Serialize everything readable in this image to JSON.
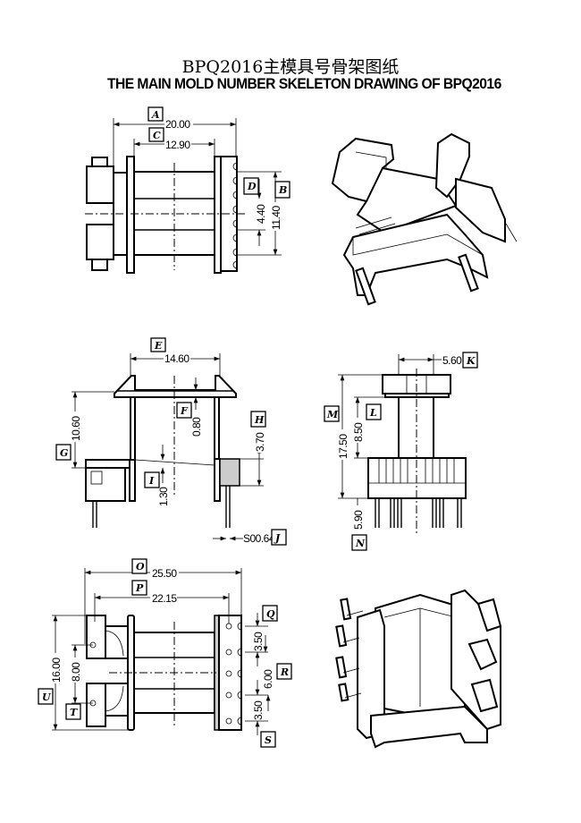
{
  "title_cn": "BPQ2016主模具号骨架图纸",
  "title_en": "THE MAIN MOLD NUMBER SKELETON DRAWING OF BPQ2016",
  "views": {
    "top": {
      "A": "A",
      "A_dim": "20.00",
      "C": "C",
      "C_dim": "12.90",
      "D": "D",
      "D_dim": "4.40",
      "B": "B",
      "B_dim": "11.40"
    },
    "front": {
      "E": "E",
      "E_dim": "14.60",
      "F": "F",
      "F_dim": "0.80",
      "G": "G",
      "G_dim": "10.60",
      "H": "H",
      "H_dim": "3.70",
      "I": "I",
      "I_dim": "1.30",
      "J": "J",
      "J_dim": "S00.64"
    },
    "side": {
      "K": "K",
      "K_dim": "5.60",
      "L": "L",
      "L_dim": "8.50",
      "M": "M",
      "M_dim": "17.50",
      "N": "N",
      "N_dim": "5.90"
    },
    "bottom": {
      "O": "O",
      "O_dim": "25.50",
      "P": "P",
      "P_dim": "22.15",
      "Q": "Q",
      "Q_dim": "3.50",
      "R": "R",
      "R_dim": "6.00",
      "S": "S",
      "S_dim": "3.50",
      "T": "T",
      "T_dim": "8.00",
      "U": "U",
      "U_dim": "16.00"
    }
  }
}
